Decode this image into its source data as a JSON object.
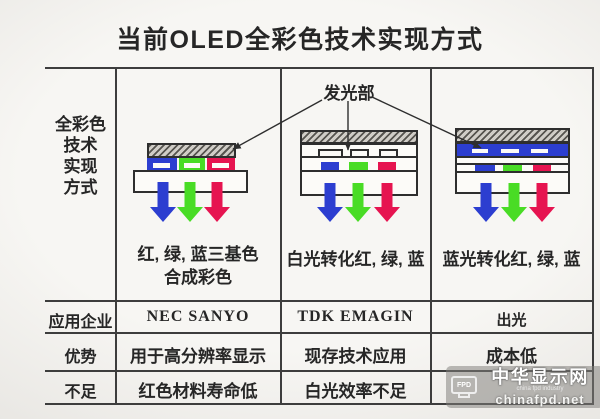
{
  "title": "当前OLED全彩色技术实现方式",
  "colors": {
    "blue": "#2c3ed0",
    "green": "#49dc25",
    "red": "#e61450"
  },
  "left_header": {
    "lines": [
      "全彩色",
      "技术",
      "实现",
      "方式"
    ]
  },
  "row_labels": {
    "company": "应用企业",
    "advantage": "优势",
    "weakness": "不足"
  },
  "emitter_label": "发光部",
  "methods": [
    {
      "caption_lines": [
        "红, 绿, 蓝三基色",
        "合成彩色"
      ],
      "company": "NEC SANYO",
      "advantage": "用于高分辨率显示",
      "weakness": "红色材料寿命低"
    },
    {
      "caption_lines": [
        "白光转化红, 绿, 蓝"
      ],
      "company": "TDK EMAGIN",
      "advantage": "现存技术应用",
      "weakness": "白光效率不足"
    },
    {
      "caption_lines": [
        "蓝光转化红, 绿, 蓝"
      ],
      "company": "出光",
      "advantage": "成本低"
    }
  ],
  "watermark": {
    "site_name": "中华显示网",
    "tagline": "china fpd industry",
    "domain": "chinafpd.net",
    "logo_text": "FPD"
  }
}
